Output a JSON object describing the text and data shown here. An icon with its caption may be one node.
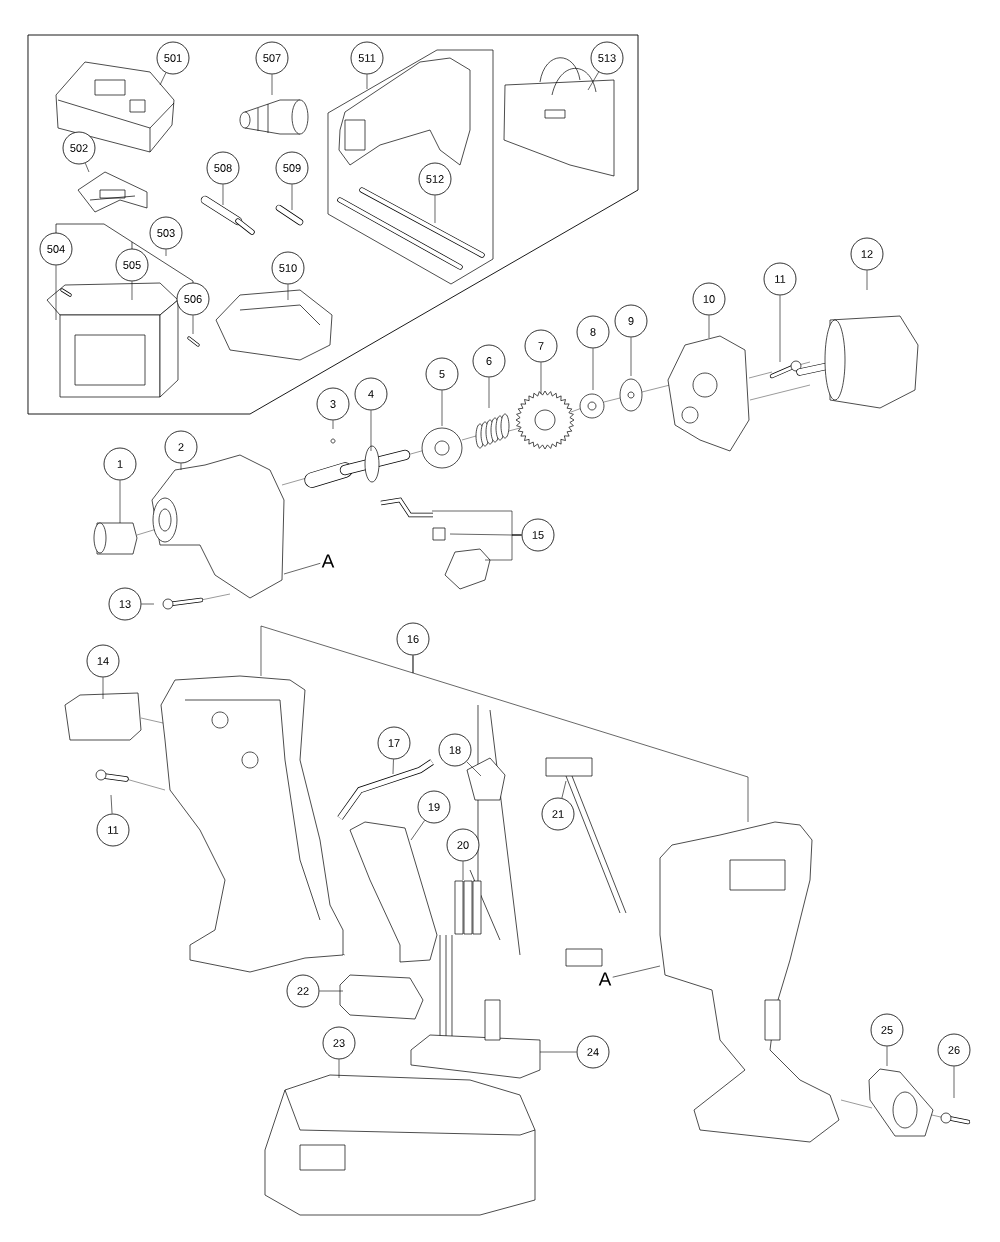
{
  "diagram": {
    "nodes": [
      {
        "text": [
          "501"
        ]
      },
      {
        "text": [
          "507"
        ]
      },
      {
        "text": [
          "511"
        ]
      },
      {
        "text": [
          "513"
        ]
      },
      {
        "text": [
          "502"
        ]
      },
      {
        "text": [
          "508"
        ]
      },
      {
        "text": [
          "509"
        ]
      },
      {
        "text": [
          "512"
        ]
      },
      {
        "text": [
          "503"
        ]
      },
      {
        "text": [
          "504"
        ]
      },
      {
        "text": [
          "505"
        ]
      },
      {
        "text": [
          "506"
        ]
      },
      {
        "text": [
          "510"
        ]
      },
      {
        "text": [
          "12"
        ]
      },
      {
        "text": [
          "11"
        ]
      },
      {
        "text": [
          "10"
        ]
      },
      {
        "text": [
          "9"
        ]
      },
      {
        "text": [
          "8"
        ]
      },
      {
        "text": [
          "7"
        ]
      },
      {
        "text": [
          "6"
        ]
      },
      {
        "text": [
          "5"
        ]
      },
      {
        "text": [
          "4"
        ]
      },
      {
        "text": [
          "3"
        ]
      },
      {
        "text": [
          "2"
        ]
      },
      {
        "text": [
          "1"
        ]
      },
      {
        "text": [
          "15"
        ]
      },
      {
        "text": [
          "A"
        ]
      },
      {
        "text": [
          "13"
        ]
      },
      {
        "text": [
          "16"
        ]
      },
      {
        "text": [
          "14"
        ]
      },
      {
        "text": [
          "17"
        ]
      },
      {
        "text": [
          "18"
        ]
      },
      {
        "text": [
          "19"
        ]
      },
      {
        "text": [
          "21"
        ]
      },
      {
        "text": [
          "11"
        ]
      },
      {
        "text": [
          "20"
        ]
      },
      {
        "text": [
          "22"
        ]
      },
      {
        "text": [
          "24"
        ]
      },
      {
        "text": [
          "23"
        ]
      },
      {
        "text": [
          "25"
        ]
      },
      {
        "text": [
          "26"
        ]
      },
      {
        "text": [
          "A"
        ]
      }
    ],
    "edges": [
      {
        "from": 0,
        "to": null,
        "arrow": "none"
      },
      {
        "from": 1,
        "to": null,
        "arrow": "none"
      },
      {
        "from": 2,
        "to": null,
        "arrow": "none"
      },
      {
        "from": 3,
        "to": null,
        "arrow": "none"
      },
      {
        "from": 4,
        "to": null,
        "arrow": "none"
      },
      {
        "from": 5,
        "to": null,
        "arrow": "none"
      },
      {
        "from": 6,
        "to": null,
        "arrow": "none"
      },
      {
        "from": 7,
        "to": null,
        "arrow": "none"
      },
      {
        "from": 8,
        "to": null,
        "arrow": "none"
      },
      {
        "from": 9,
        "to": null,
        "arrow": "none"
      },
      {
        "from": 10,
        "to": null,
        "arrow": "none"
      },
      {
        "from": 11,
        "to": null,
        "arrow": "none"
      },
      {
        "from": 12,
        "to": null,
        "arrow": "none"
      },
      {
        "from": 13,
        "to": null,
        "arrow": "none"
      },
      {
        "from": 14,
        "to": null,
        "arrow": "none"
      },
      {
        "from": 15,
        "to": null,
        "arrow": "none"
      },
      {
        "from": 16,
        "to": null,
        "arrow": "none"
      },
      {
        "from": 17,
        "to": null,
        "arrow": "none"
      },
      {
        "from": 18,
        "to": null,
        "arrow": "none"
      },
      {
        "from": 19,
        "to": null,
        "arrow": "none"
      },
      {
        "from": 20,
        "to": null,
        "arrow": "none"
      },
      {
        "from": 21,
        "to": null,
        "arrow": "none"
      },
      {
        "from": 22,
        "to": null,
        "arrow": "none"
      },
      {
        "from": 23,
        "to": null,
        "arrow": "none"
      },
      {
        "from": 24,
        "to": null,
        "arrow": "none"
      },
      {
        "from": 25,
        "to": null,
        "arrow": "none"
      },
      {
        "from": 25,
        "to": null,
        "arrow": "none"
      },
      {
        "from": 25,
        "to": null,
        "arrow": "none"
      },
      {
        "from": 26,
        "to": null,
        "arrow": "none"
      },
      {
        "from": 27,
        "to": null,
        "arrow": "none"
      },
      {
        "from": 28,
        "to": null,
        "arrow": "none"
      },
      {
        "from": 28,
        "to": null,
        "arrow": "none"
      },
      {
        "from": 29,
        "to": null,
        "arrow": "none"
      },
      {
        "from": 30,
        "to": null,
        "arrow": "none"
      },
      {
        "from": 31,
        "to": null,
        "arrow": "none"
      },
      {
        "from": 32,
        "to": null,
        "arrow": "none"
      },
      {
        "from": 33,
        "to": null,
        "arrow": "none"
      },
      {
        "from": 34,
        "to": null,
        "arrow": "none"
      },
      {
        "from": 35,
        "to": null,
        "arrow": "none"
      },
      {
        "from": 36,
        "to": null,
        "arrow": "none"
      },
      {
        "from": 37,
        "to": null,
        "arrow": "none"
      },
      {
        "from": 38,
        "to": null,
        "arrow": "none"
      },
      {
        "from": 39,
        "to": null,
        "arrow": "none"
      },
      {
        "from": 40,
        "to": null,
        "arrow": "none"
      },
      {
        "from": 41,
        "to": null,
        "arrow": "none"
      }
    ]
  }
}
